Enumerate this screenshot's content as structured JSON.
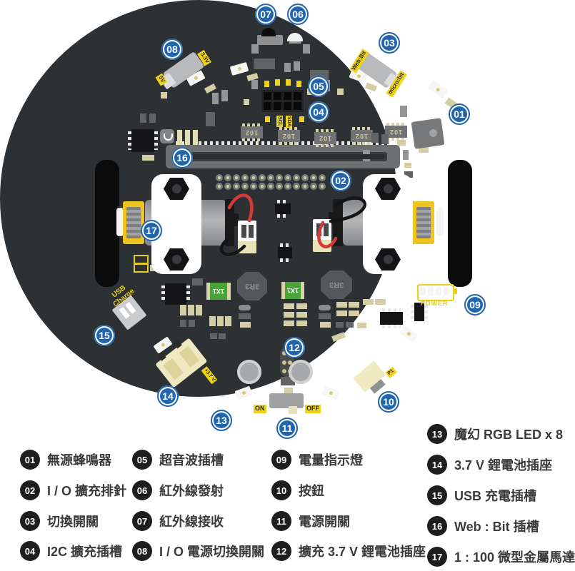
{
  "callouts": [
    "01",
    "02",
    "03",
    "04",
    "05",
    "06",
    "07",
    "08",
    "09",
    "10",
    "11",
    "12",
    "13",
    "14",
    "15",
    "16",
    "17"
  ],
  "colors": {
    "badge_blue": "#2166ad",
    "board": "#2e3133",
    "label_yellow": "#eed31a",
    "legend_badge": "#1e1e1e"
  },
  "board": {
    "labels": {
      "rail_33v": "3.3V",
      "rail_5v": "5V",
      "mode_webbit": "Web:Bit",
      "mode_microbit": "micro:bit",
      "usb_line1": "USB",
      "usb_line2": "Charge",
      "battery": "+3.7 V",
      "button_pin": "P1",
      "switch_on": "ON",
      "switch_off": "OFF",
      "power": "POWER",
      "i2c_scl": "SCL",
      "i2c_sda": "SDA",
      "resistor_network": "102",
      "inductor": "3R3",
      "fuse": "1X1"
    }
  },
  "legend": {
    "columns": [
      {
        "items": [
          {
            "num": "01",
            "label": "無源蜂鳴器"
          },
          {
            "num": "02",
            "label": "I / O 擴充排針"
          },
          {
            "num": "03",
            "label": "切換開關"
          },
          {
            "num": "04",
            "label": "I2C 擴充插槽"
          }
        ]
      },
      {
        "items": [
          {
            "num": "05",
            "label": "超音波插槽"
          },
          {
            "num": "06",
            "label": "紅外線發射"
          },
          {
            "num": "07",
            "label": "紅外線接收"
          },
          {
            "num": "08",
            "label": "I / O 電源切換開關"
          }
        ]
      },
      {
        "items": [
          {
            "num": "09",
            "label": "電量指示燈"
          },
          {
            "num": "10",
            "label": "按鈕"
          },
          {
            "num": "11",
            "label": "電源開關"
          },
          {
            "num": "12",
            "label": "擴充 3.7 V 鋰電池插座"
          }
        ]
      },
      {
        "items": [
          {
            "num": "13",
            "label": "魔幻 RGB LED x 8"
          },
          {
            "num": "14",
            "label": "3.7 V 鋰電池插座"
          },
          {
            "num": "15",
            "label": "USB 充電插槽"
          },
          {
            "num": "16",
            "label": "Web : Bit 插槽"
          },
          {
            "num": "17",
            "label": "1 : 100 微型金屬馬達"
          }
        ]
      }
    ]
  }
}
